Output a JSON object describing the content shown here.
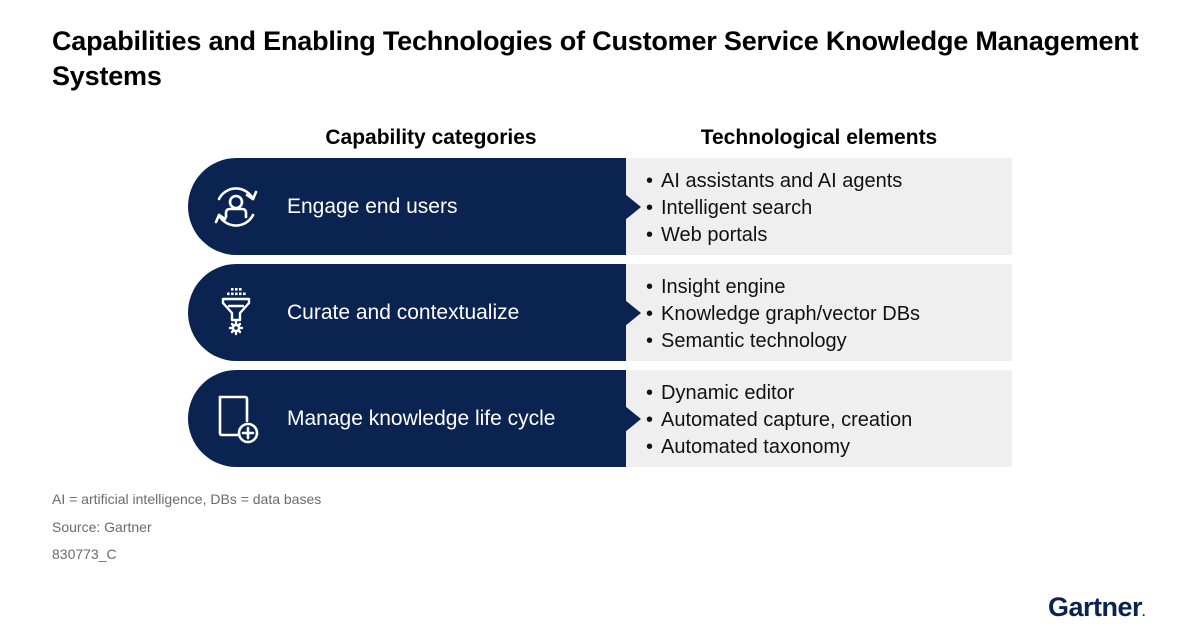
{
  "title": "Capabilities and Enabling Technologies of Customer Service Knowledge Management Systems",
  "columns": {
    "left": "Capability categories",
    "right": "Technological elements"
  },
  "rows": [
    {
      "icon": "user-cycle-icon",
      "label": "Engage end users",
      "items": [
        "AI assistants and AI agents",
        "Intelligent search",
        "Web portals"
      ]
    },
    {
      "icon": "funnel-filter-icon",
      "label": "Curate and contextualize",
      "items": [
        "Insight engine",
        "Knowledge graph/vector DBs",
        "Semantic technology"
      ]
    },
    {
      "icon": "document-add-icon",
      "label": "Manage knowledge life cycle",
      "items": [
        "Dynamic editor",
        "Automated capture, creation",
        "Automated taxonomy"
      ]
    }
  ],
  "footnotes": {
    "abbreviations": "AI = artificial intelligence, DBs = data bases",
    "source": "Source: Gartner",
    "id": "830773_C"
  },
  "logo": {
    "text": "Gartner",
    "mark": "."
  },
  "colors": {
    "navy": "#0a2351",
    "panel": "#efefef",
    "footnote": "#6b6b6b"
  }
}
